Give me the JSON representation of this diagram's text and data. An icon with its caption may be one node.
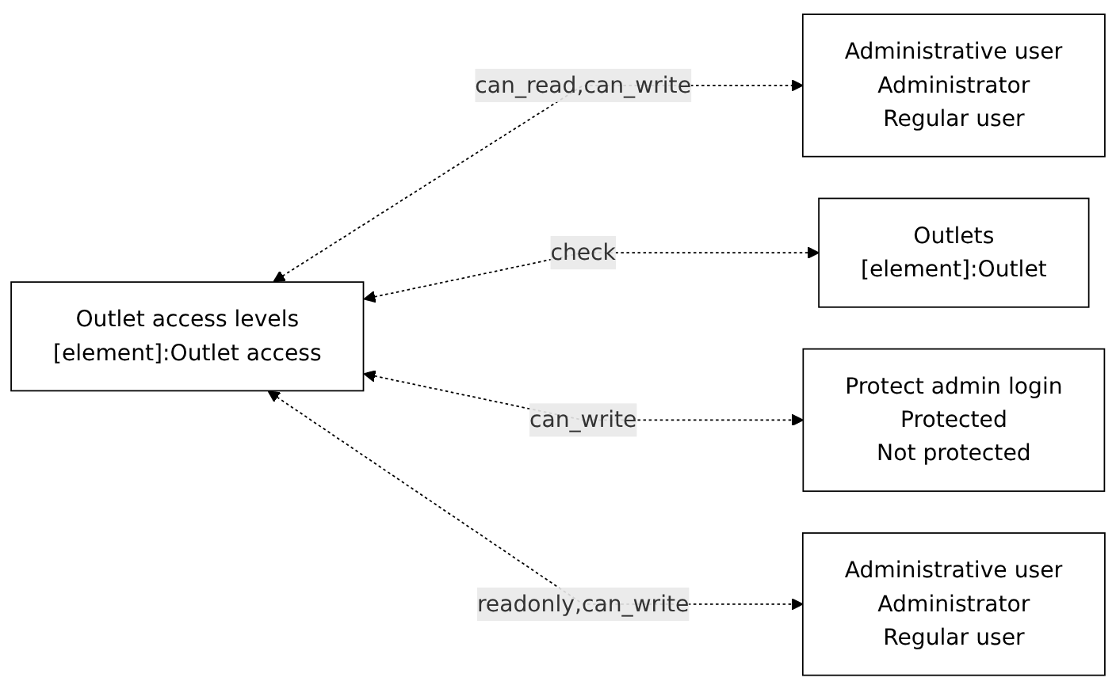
{
  "diagram": {
    "nodes": [
      {
        "text": [
          "Outlet access levels",
          "[element]:Outlet access"
        ]
      },
      {
        "text": [
          "Administrative user",
          "Administrator",
          "Regular user"
        ]
      },
      {
        "text": [
          "Outlets",
          "[element]:Outlet"
        ]
      },
      {
        "text": [
          "Protect admin login",
          "Protected",
          "Not protected"
        ]
      },
      {
        "text": [
          "Administrative user",
          "Administrator",
          "Regular user"
        ]
      }
    ],
    "edges": [
      {
        "from": 0,
        "to": 1,
        "arrow": "both",
        "label": "can_read,can_write",
        "style": "dashed"
      },
      {
        "from": 0,
        "to": 2,
        "arrow": "both",
        "label": "check",
        "style": "dashed"
      },
      {
        "from": 0,
        "to": 3,
        "arrow": "both",
        "label": "can_write",
        "style": "dashed"
      },
      {
        "from": 0,
        "to": 4,
        "arrow": "both",
        "label": "readonly,can_write",
        "style": "dashed"
      }
    ]
  }
}
